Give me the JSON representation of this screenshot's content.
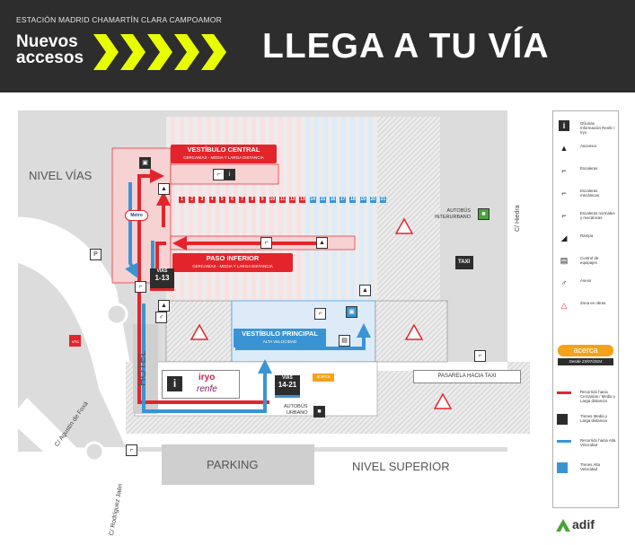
{
  "header": {
    "station": "ESTACIÓN MADRID CHAMARTÍN CLARA CAMPOAMOR",
    "new_access_line1": "Nuevos",
    "new_access_line2": "accesos",
    "headline": "LLEGA A TU VÍA"
  },
  "map": {
    "nivel_vias": "NIVEL VÍAS",
    "nivel_superior": "NIVEL SUPERIOR",
    "parking": "PARKING",
    "hotel": "HOTEL",
    "vestibulo_central": "VESTÍBULO CENTRAL",
    "vestibulo_central_sub": "CERCANÍAS - MEDIA Y LARGA DISTANCIA",
    "paso_inferior": "PASO INFERIOR",
    "paso_inferior_sub": "CERCANÍAS - MEDIA Y LARGA DISTANCIA",
    "vias_1_13_line1": "VÍAS",
    "vias_1_13_line2": "1-13",
    "vestibulo_principal": "VESTÍBULO PRINCIPAL",
    "vestibulo_principal_sub": "ALTA VELOCIDAD",
    "vias_14_21_line1": "VÍAS",
    "vias_14_21_line2": "14-21",
    "pasarela_taxi": "PASARELA HACIA TAXI",
    "autobus_interurbano_line1": "AUTOBÚS",
    "autobus_interurbano_line2": "INTERURBANO",
    "autobus_urbano_line1": "AUTOBÚS",
    "autobus_urbano_line2": "URBANO",
    "taxi": "TAXI",
    "calle_hiedra": "C/ Hiedra",
    "calle_agustin": "C/ Agustín de Foxá",
    "calle_rodriguez": "C/ Rodríguez Jaén",
    "iryo": "iryo",
    "renfe": "renfe",
    "acerca_small": "acerca",
    "vtc": "VTC",
    "metro": "Metro",
    "tracks_red": [
      "1",
      "2",
      "3",
      "4",
      "5",
      "6",
      "7",
      "8",
      "9",
      "10",
      "11",
      "12",
      "13"
    ],
    "tracks_blue": [
      "14",
      "15",
      "16",
      "17",
      "18",
      "19",
      "20",
      "21"
    ]
  },
  "legend": {
    "items": [
      {
        "icon": "info-icon",
        "text": "Oficinas Información Renfe / Iryo"
      },
      {
        "icon": "elevator-icon",
        "text": "Ascensor"
      },
      {
        "icon": "stairs-icon",
        "text": "Escaleras"
      },
      {
        "icon": "escalator-icon",
        "text": "Escaleras mecánicas"
      },
      {
        "icon": "stairs-escalator-icon",
        "text": "Escaleras normales y mecánicas"
      },
      {
        "icon": "ramp-icon",
        "text": "Rampa"
      },
      {
        "icon": "luggage-icon",
        "text": "Control de equipajes"
      },
      {
        "icon": "toilets-icon",
        "text": "Aseos"
      },
      {
        "icon": "works-icon",
        "text": "Zona en obras"
      }
    ],
    "acerca": "acerca",
    "acerca_since": "Desde 23/07/2024",
    "route_items": [
      {
        "icon": "red-route-arrow-icon",
        "text": "Recorrido hacia Cercanías / Media y Larga distancia"
      },
      {
        "icon": "train-icon",
        "text": "Trenes Media y Larga distancia"
      },
      {
        "icon": "blue-route-arrow-icon",
        "text": "Recorrido hacia Alta Velocidad"
      },
      {
        "icon": "high-speed-train-icon",
        "text": "Trenes Alta Velocidad"
      }
    ]
  },
  "brand": "adif",
  "colors": {
    "red": "#e3252b",
    "blue": "#3a94d4",
    "yellow": "#e8ff00",
    "dark": "#2d2d2d",
    "acerca_orange": "#f4a21a",
    "adif_green": "#4aa23a"
  }
}
